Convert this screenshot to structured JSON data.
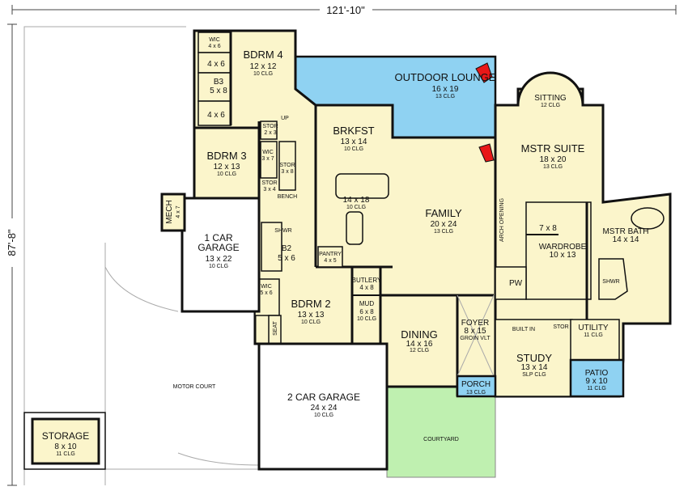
{
  "dimensions": {
    "width": "121'-10\"",
    "depth": "87'-8\""
  },
  "rooms": {
    "bdrm4": {
      "name": "BDRM 4",
      "size": "12 x 12",
      "ceiling": "10 CLG"
    },
    "wic_top": {
      "name": "WIC",
      "size": "4 x 6"
    },
    "bath_a": {
      "size": "4 x 6"
    },
    "b3": {
      "name": "B3",
      "size": "5 x 8"
    },
    "bath_b": {
      "size": "4 x 6"
    },
    "bdrm3": {
      "name": "BDRM 3",
      "size": "12 x 13",
      "ceiling": "10 CLG"
    },
    "stor1": {
      "name": "STOR",
      "size": "2 x 3"
    },
    "wic2": {
      "name": "WIC",
      "size": "3 x 7"
    },
    "stor2": {
      "name": "STOR",
      "size": "3 x 8"
    },
    "stor3": {
      "name": "STOR",
      "size": "3 x 4"
    },
    "bench": {
      "name": "BENCH"
    },
    "up": {
      "name": "UP"
    },
    "brkfst": {
      "name": "BRKFST",
      "size": "13 x 14",
      "ceiling": "10 CLG"
    },
    "kitchen": {
      "size": "14 x 18",
      "ceiling": "10 CLG"
    },
    "outdoor_lounge": {
      "name": "OUTDOOR LOUNGE",
      "size": "16 x 19",
      "ceiling": "13 CLG"
    },
    "family": {
      "name": "FAMILY",
      "size": "20 x 24",
      "ceiling": "13 CLG"
    },
    "arch": {
      "name": "ARCH OPENING"
    },
    "sitting": {
      "name": "SITTING",
      "ceiling": "12 CLG"
    },
    "mstr_suite": {
      "name": "MSTR SUITE",
      "size": "18 x 20",
      "ceiling": "13 CLG"
    },
    "closet78": {
      "size": "7 x 8"
    },
    "wardrobe": {
      "name": "WARDROBE",
      "size": "10 x 13"
    },
    "mstr_bath": {
      "name": "MSTR BATH",
      "size": "14 x 14"
    },
    "shwr_m": {
      "name": "SHWR"
    },
    "pw": {
      "name": "PW"
    },
    "mech": {
      "name": "MECH",
      "size": "4 x 7"
    },
    "garage1": {
      "name": "1 CAR GARAGE",
      "size": "13 x 22",
      "ceiling": "10 CLG"
    },
    "shwr2": {
      "name": "SHWR"
    },
    "b2": {
      "name": "B2",
      "size": "5 x 6"
    },
    "pantry": {
      "name": "PANTRY",
      "size": "4 x 5"
    },
    "wic3": {
      "name": "WIC",
      "size": "5 x 6"
    },
    "bdrm2": {
      "name": "BDRM 2",
      "size": "13 x 13",
      "ceiling": "10 CLG"
    },
    "butlery": {
      "name": "BUTLERY",
      "size": "4 x 8"
    },
    "mud": {
      "name": "MUD",
      "size": "6 x 8",
      "ceiling": "10 CLG"
    },
    "seat": {
      "name": "SEAT"
    },
    "dining": {
      "name": "DINING",
      "size": "14 x 16",
      "ceiling": "12 CLG"
    },
    "foyer": {
      "name": "FOYER",
      "size": "8 x 15",
      "ceiling": "GROIN VLT"
    },
    "built_in": {
      "name": "BUILT IN"
    },
    "stor4": {
      "name": "STOR"
    },
    "utility": {
      "name": "UTILITY",
      "ceiling": "11 CLG"
    },
    "study": {
      "name": "STUDY",
      "size": "13 x 14",
      "ceiling": "SLP CLG"
    },
    "patio": {
      "name": "PATIO",
      "size": "9 x 10",
      "ceiling": "11 CLG"
    },
    "porch": {
      "name": "PORCH",
      "ceiling": "13 CLG"
    },
    "motor_court": {
      "name": "MOTOR COURT"
    },
    "garage2": {
      "name": "2 CAR GARAGE",
      "size": "24 x 24",
      "ceiling": "10 CLG"
    },
    "courtyard": {
      "name": "COURTYARD"
    },
    "storage": {
      "name": "STORAGE",
      "size": "8 x 10",
      "ceiling": "11 CLG"
    }
  },
  "colors": {
    "floor": "#fbf5cb",
    "outdoor": "#8fd2f2",
    "courtyard": "#bff0b0",
    "fireplace": "#e81818",
    "wall": "#111111"
  }
}
